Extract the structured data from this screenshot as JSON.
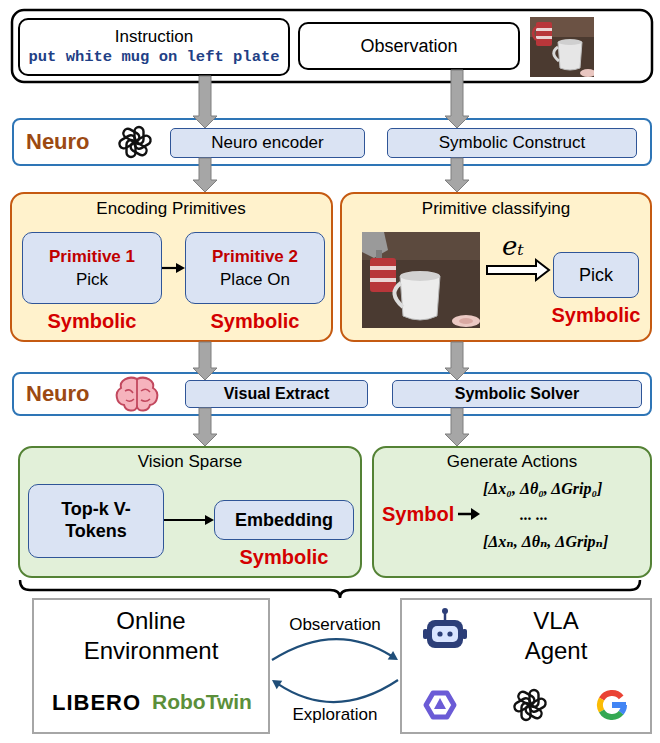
{
  "diagram": {
    "nodes": [
      {
        "text": [
          "Instruction",
          "put white mug on left plate"
        ]
      },
      {
        "text": [
          "Observation"
        ]
      },
      {
        "text": [
          "Neuro"
        ]
      },
      {
        "text": [
          "Neuro encoder"
        ],
        "in": 2
      },
      {
        "text": [
          "Symbolic Construct"
        ],
        "in": 2
      },
      {
        "text": [
          "Encoding Primitives",
          "Symbolic",
          "Symbolic"
        ]
      },
      {
        "text": [
          "Primitive 1",
          "Pick"
        ],
        "in": 5
      },
      {
        "text": [
          "Primitive 2",
          "Place On"
        ],
        "in": 5
      },
      {
        "text": [
          "Primitive classifying",
          "eₜ",
          "Symbolic"
        ]
      },
      {
        "text": [
          "Pick"
        ],
        "in": 8
      },
      {
        "text": [
          "Neuro"
        ]
      },
      {
        "text": [
          "Visual Extract"
        ],
        "in": 10
      },
      {
        "text": [
          "Symbolic Solver"
        ],
        "in": 10
      },
      {
        "text": [
          "Vision Sparse",
          "Symbolic"
        ]
      },
      {
        "text": [
          "Top-k V-Tokens"
        ],
        "in": 13
      },
      {
        "text": [
          "Embedding"
        ],
        "in": 13
      },
      {
        "text": [
          "Generate Actions",
          "Symbol",
          "[Δx₀, Δθ₀, ΔGrip₀]",
          "... ...",
          "[Δxₙ, Δθₙ, ΔGripₙ]"
        ]
      },
      {
        "text": [
          "Online Environment",
          "LIBERO",
          "RoboTwin"
        ]
      },
      {
        "text": [
          "VLA Agent"
        ]
      }
    ],
    "edges": [
      {
        "from": 0,
        "to": 3,
        "arrow": "to"
      },
      {
        "from": 1,
        "to": 4,
        "arrow": "to"
      },
      {
        "from": 3,
        "to": 5,
        "arrow": "to"
      },
      {
        "from": 4,
        "to": 8,
        "arrow": "to"
      },
      {
        "from": 6,
        "to": 7,
        "arrow": "to"
      },
      {
        "from": 5,
        "to": 11,
        "arrow": "to"
      },
      {
        "from": 8,
        "to": 12,
        "arrow": "to"
      },
      {
        "from": 11,
        "to": 13,
        "arrow": "to"
      },
      {
        "from": 12,
        "to": 16,
        "arrow": "to"
      },
      {
        "from": 14,
        "to": 15,
        "arrow": "to"
      },
      {
        "from": 17,
        "to": 18,
        "arrow": "to",
        "label": "Observation"
      },
      {
        "from": 18,
        "to": 17,
        "arrow": "to",
        "label": "Exploration"
      }
    ]
  }
}
